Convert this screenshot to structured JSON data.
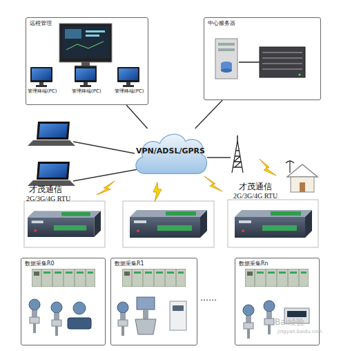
{
  "diagram": {
    "nodes": [
      {
        "text": [
          "远程管理"
        ]
      },
      {
        "text": [
          "中心服务器"
        ]
      },
      {
        "text": [
          "VPN/ADSL/GPRS"
        ]
      },
      {
        "text": [
          "数据采集R0"
        ]
      },
      {
        "text": [
          "数据采集R1"
        ]
      },
      {
        "text": [
          "数据采集Rn"
        ]
      }
    ],
    "edges": [
      {
        "from": 0,
        "to": 2,
        "arrow": "none"
      },
      {
        "from": 1,
        "to": 2,
        "arrow": "none"
      }
    ],
    "labels": [
      "管理终端(PC)",
      "管理终端(PC)",
      "管理终端(PC)",
      "才茂通信",
      "2G/3G/4G RTU",
      "才茂通信",
      "2G/3G/4G RTU",
      "……",
      "Bai经验",
      "jingyan.baidu.com"
    ]
  }
}
